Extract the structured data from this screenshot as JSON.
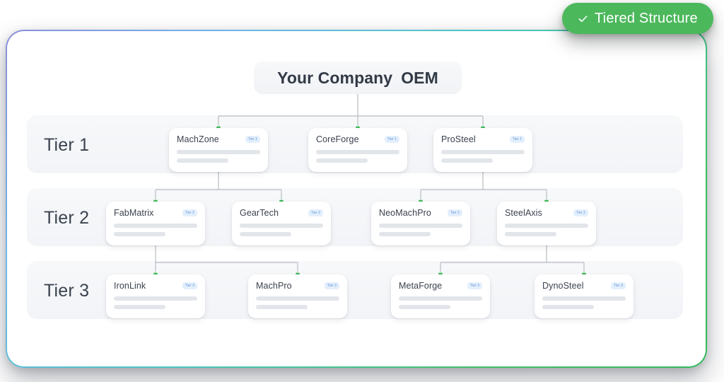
{
  "badge": {
    "label": "Tiered Structure",
    "icon": "check-icon",
    "color": "#4cb85c"
  },
  "root": {
    "company": "Your Company",
    "type": "OEM"
  },
  "tiers": [
    {
      "label": "Tier 1"
    },
    {
      "label": "Tier 2"
    },
    {
      "label": "Tier 3"
    }
  ],
  "cards": {
    "machzone": {
      "name": "MachZone",
      "tag": "Tier 1"
    },
    "coreforge": {
      "name": "CoreForge",
      "tag": "Tier 1"
    },
    "prosteel": {
      "name": "ProSteel",
      "tag": "Tier 1"
    },
    "fabmatrix": {
      "name": "FabMatrix",
      "tag": "Tier 2"
    },
    "geartech": {
      "name": "GearTech",
      "tag": "Tier 2"
    },
    "neomachpro": {
      "name": "NeoMachPro",
      "tag": "Tier 2"
    },
    "steelaxis": {
      "name": "SteelAxis",
      "tag": "Tier 2"
    },
    "ironlink": {
      "name": "IronLink",
      "tag": "Tier 3"
    },
    "machpro": {
      "name": "MachPro",
      "tag": "Tier 3"
    },
    "metaforge": {
      "name": "MetaForge",
      "tag": "Tier 3"
    },
    "dynosteel": {
      "name": "DynoSteel",
      "tag": "Tier 3"
    }
  },
  "colors": {
    "accent_green": "#4cb85c",
    "node_dot": "#46b95e",
    "connector": "#b8bcc2",
    "tag_bg": "#e3effc",
    "tag_text": "#5b8fd6",
    "band_bg": "#f4f6f8"
  }
}
